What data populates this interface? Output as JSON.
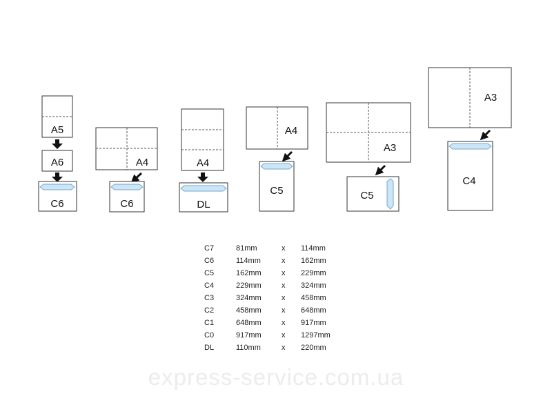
{
  "diagram": {
    "labels": {
      "g1_top": "A5",
      "g1_mid": "A6",
      "g1_env": "C6",
      "g2_sheet": "A4",
      "g2_env": "C6",
      "g3_sheet": "A4",
      "g3_env": "DL",
      "g4_sheet": "A4",
      "g4_env": "C5",
      "g5_sheet": "A3",
      "g5_env": "C5",
      "g6_sheet": "A3",
      "g6_env": "C4"
    },
    "colors": {
      "stroke": "#333333",
      "window_fill": "#cbe6f7",
      "window_stroke": "#7aa6c8",
      "arrow": "#111111"
    }
  },
  "size_table": {
    "rows": [
      {
        "name": "C7",
        "w": "81mm",
        "x": "x",
        "h": "114mm"
      },
      {
        "name": "C6",
        "w": "114mm",
        "x": "x",
        "h": "162mm"
      },
      {
        "name": "C5",
        "w": "162mm",
        "x": "x",
        "h": "229mm"
      },
      {
        "name": "C4",
        "w": "229mm",
        "x": "x",
        "h": "324mm"
      },
      {
        "name": "C3",
        "w": "324mm",
        "x": "x",
        "h": "458mm"
      },
      {
        "name": "C2",
        "w": "458mm",
        "x": "x",
        "h": "648mm"
      },
      {
        "name": "C1",
        "w": "648mm",
        "x": "x",
        "h": "917mm"
      },
      {
        "name": "C0",
        "w": "917mm",
        "x": "x",
        "h": "1297mm"
      },
      {
        "name": "DL",
        "w": "110mm",
        "x": "x",
        "h": "220mm"
      }
    ]
  },
  "watermark": "express-service.com.ua"
}
